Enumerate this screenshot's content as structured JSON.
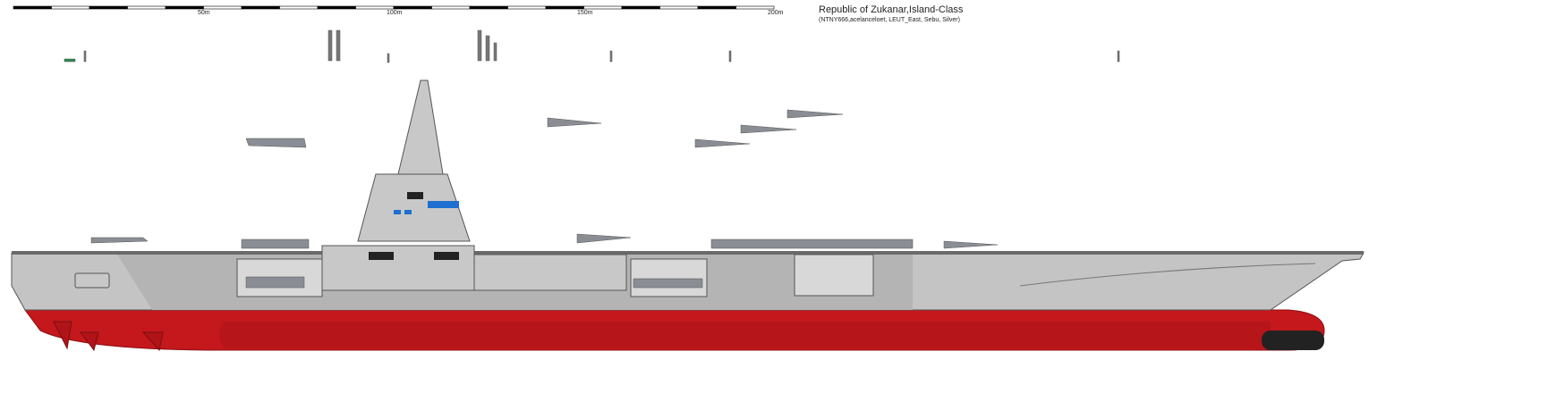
{
  "title": "Republic of Zukanar,Island-Class",
  "credits": "(NTNY666,acelanceloet, LEUT_East, Sebu, Silver)",
  "scale": {
    "max_m": 200,
    "segment_m": 10,
    "labels": [
      "50m",
      "100m",
      "150m",
      "200m"
    ]
  },
  "colors": {
    "hull_grey": "#c4c4c4",
    "hull_dark_grey": "#b0b0b0",
    "antifouling_red": "#c4181c",
    "window_blue": "#1e6fd0"
  }
}
